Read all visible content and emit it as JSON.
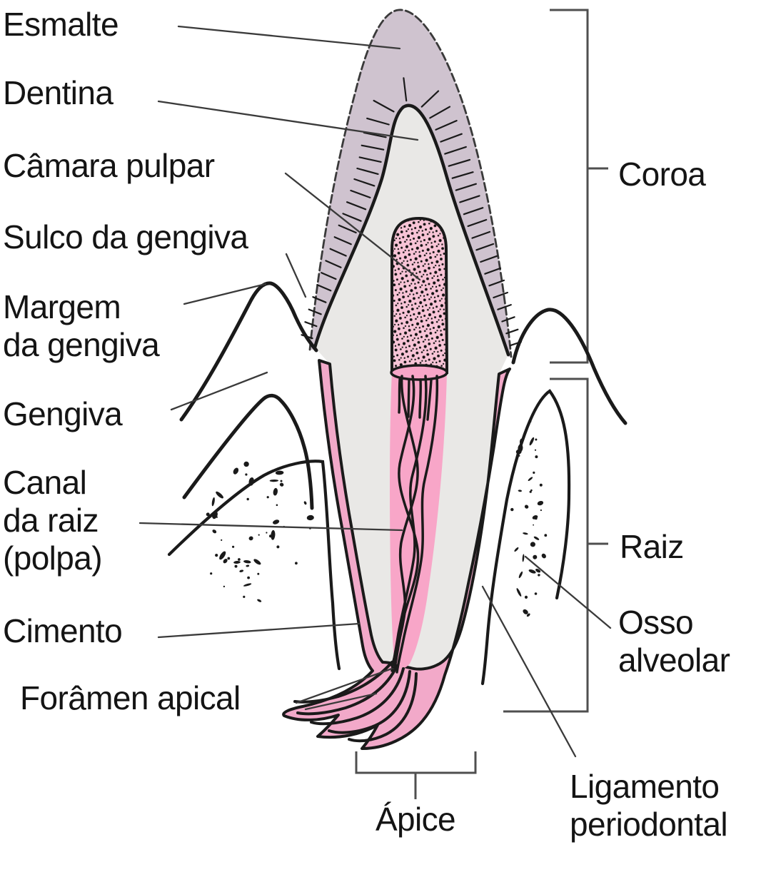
{
  "labels": {
    "esmalte": "Esmalte",
    "dentina": "Dentina",
    "camara_pulpar": "Câmara pulpar",
    "sulco_da_gengiva": "Sulco da gengiva",
    "margem_line1": "Margem",
    "margem_line2": "da gengiva",
    "gengiva": "Gengiva",
    "canal_line1": "Canal",
    "canal_line2": "da raiz",
    "canal_line3": "(polpa)",
    "cimento": "Cimento",
    "foramen_apical": "Forâmen apical",
    "coroa": "Coroa",
    "raiz": "Raiz",
    "osso_line1": "Osso",
    "osso_line2": "alveolar",
    "ligamento_line1": "Ligamento",
    "ligamento_line2": "periodontal",
    "apice": "Ápice"
  },
  "colors": {
    "enamel": "#cfc3cf",
    "dentin": "#e9e8e6",
    "pulp_bg": "#f7c4d6",
    "pink": "#f8a6c8",
    "cementum": "#f2a9c9",
    "outline": "#1a1a1a",
    "leader": "#3a3a3a",
    "bracket": "#4f4f4f",
    "text": "#141414"
  }
}
